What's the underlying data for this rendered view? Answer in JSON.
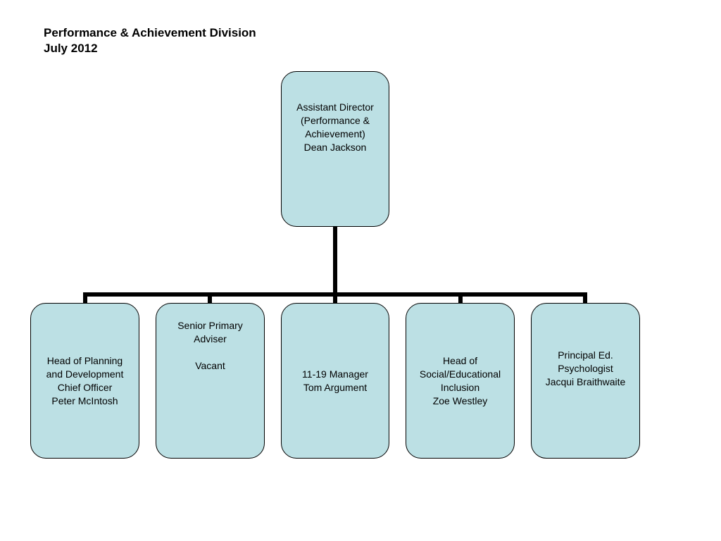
{
  "header": {
    "line1": "Performance & Achievement Division",
    "line2": "July 2012"
  },
  "top": {
    "lines": [
      "Assistant Director",
      "(Performance &",
      "Achievement)",
      "Dean Jackson"
    ]
  },
  "children": [
    {
      "lines": [
        "Head of Planning",
        "and Development",
        "Chief Officer",
        "Peter McIntosh"
      ]
    },
    {
      "lines": [
        "Senior Primary",
        "Adviser",
        "",
        "Vacant"
      ]
    },
    {
      "lines": [
        "11-19 Manager",
        "Tom Argument"
      ]
    },
    {
      "lines": [
        "Head of",
        "Social/Educational",
        "Inclusion",
        "Zoe Westley"
      ]
    },
    {
      "lines": [
        "Principal Ed.",
        "Psychologist",
        "Jacqui Braithwaite"
      ]
    }
  ],
  "colors": {
    "box_fill": "#bce0e4",
    "connector": "#000000"
  }
}
